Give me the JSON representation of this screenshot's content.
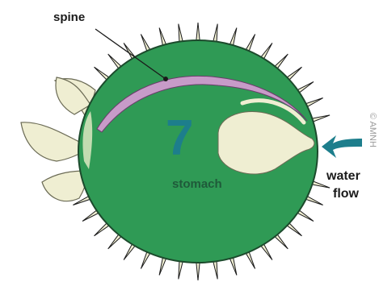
{
  "labels": {
    "spine": "spine",
    "stomach": "stomach",
    "water": "water",
    "flow": "flow",
    "number": "7",
    "credit": "© AMNH"
  },
  "colors": {
    "body": "#2f9a55",
    "body_outline": "#1c4a2c",
    "spine": "#c79bc8",
    "cream": "#efeed2",
    "arrow": "#1d7e8c",
    "spikes": "#1a1a1a"
  }
}
